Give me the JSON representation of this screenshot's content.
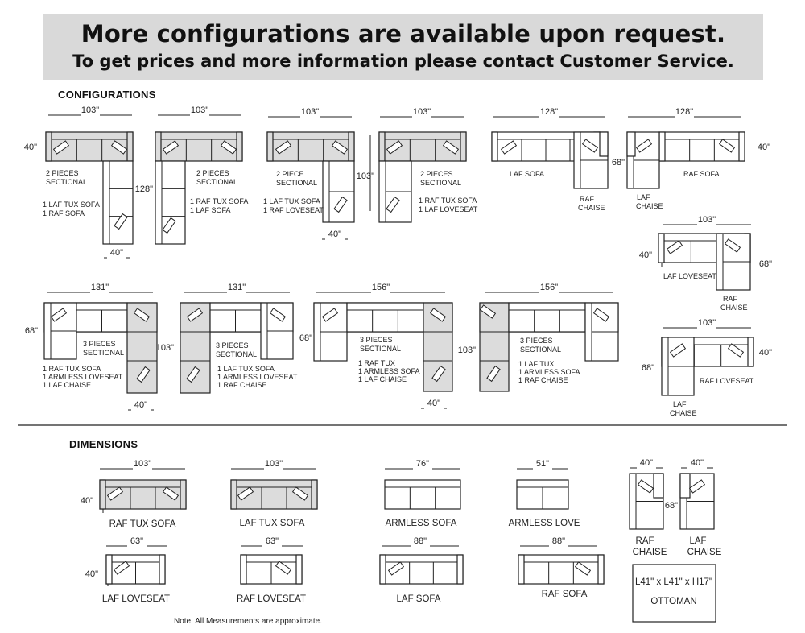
{
  "header": {
    "title": "More configurations are available upon request.",
    "subtitle": "To get prices and more information please contact Customer Service."
  },
  "sections": {
    "configurations": "CONFIGURATIONS",
    "dimensions": "DIMENSIONS"
  },
  "configurations": [
    {
      "width": "103\"",
      "depth": "40\"",
      "side": "128\"",
      "foot": "40\"",
      "lines": [
        "2 PIECES",
        "SECTIONAL",
        "",
        "1 LAF TUX SOFA",
        "1 RAF SOFA"
      ]
    },
    {
      "width": "103\"",
      "lines": [
        "2 PIECES",
        "SECTIONAL",
        "",
        "1 RAF TUX SOFA",
        "1 LAF SOFA"
      ]
    },
    {
      "width": "103\"",
      "side": "103\"",
      "foot": "40\"",
      "lines": [
        "2 PIECE",
        "SECTIONAL",
        "",
        "1 LAF TUX SOFA",
        "1 RAF LOVESEAT"
      ]
    },
    {
      "width": "103\"",
      "lines": [
        "2 PIECES",
        "SECTIONAL",
        "",
        "1 RAF TUX SOFA",
        "1 LAF LOVESEAT"
      ]
    },
    {
      "width": "128\"",
      "depth": "68\"",
      "lines": [
        "LAF SOFA",
        "RAF",
        "CHAISE"
      ]
    },
    {
      "width": "128\"",
      "depth": "40\"",
      "lines": [
        "LAF",
        "CHAISE",
        "RAF SOFA"
      ]
    },
    {
      "width": "103\"",
      "depth": "40\"",
      "side": "68\"",
      "lines": [
        "LAF LOVESEAT",
        "RAF",
        "CHAISE"
      ]
    },
    {
      "width": "131\"",
      "depth": "68\"",
      "side": "103\"",
      "foot": "40\"",
      "lines": [
        "3 PIECES",
        "SECTIONAL",
        "1 RAF TUX SOFA",
        "1 ARMLESS LOVESEAT",
        "1 LAF CHAISE"
      ]
    },
    {
      "width": "131\"",
      "lines": [
        "3 PIECES",
        "SECTIONAL",
        "1 LAF TUX SOFA",
        "1 ARMLESS LOVESEAT",
        "1 RAF CHAISE"
      ]
    },
    {
      "width": "156\"",
      "depth": "68\"",
      "side": "103\"",
      "foot": "40\"",
      "lines": [
        "3 PIECES",
        "SECTIONAL",
        "1 RAF TUX",
        "1 ARMLESS SOFA",
        "1 LAF CHAISE"
      ]
    },
    {
      "width": "156\"",
      "lines": [
        "3 PIECES",
        "SECTIONAL",
        "1 LAF TUX",
        "1 ARMLESS SOFA",
        "1 RAF CHAISE"
      ]
    },
    {
      "width": "103\"",
      "depth": "68\"",
      "side": "40\"",
      "lines": [
        "RAF LOVESEAT",
        "LAF",
        "CHAISE"
      ]
    }
  ],
  "dimensions": [
    {
      "name": "RAF TUX SOFA",
      "width": "103\"",
      "depth": "40\""
    },
    {
      "name": "LAF TUX SOFA",
      "width": "103\""
    },
    {
      "name": "ARMLESS SOFA",
      "width": "76\""
    },
    {
      "name": "ARMLESS LOVE",
      "width": "51\""
    },
    {
      "name": "RAF CHAISE",
      "width": "40\"",
      "depth": "68\""
    },
    {
      "name": "LAF CHAISE",
      "width": "40\""
    },
    {
      "name": "LAF LOVESEAT",
      "width": "63\"",
      "depth": "40\""
    },
    {
      "name": "RAF LOVESEAT",
      "width": "63\""
    },
    {
      "name": "LAF SOFA",
      "width": "88\""
    },
    {
      "name": "RAF SOFA",
      "width": "88\""
    },
    {
      "name": "OTTOMAN",
      "size": "L41\" x L41\" x H17\""
    }
  ],
  "note": "Note: All Measurements are approximate."
}
